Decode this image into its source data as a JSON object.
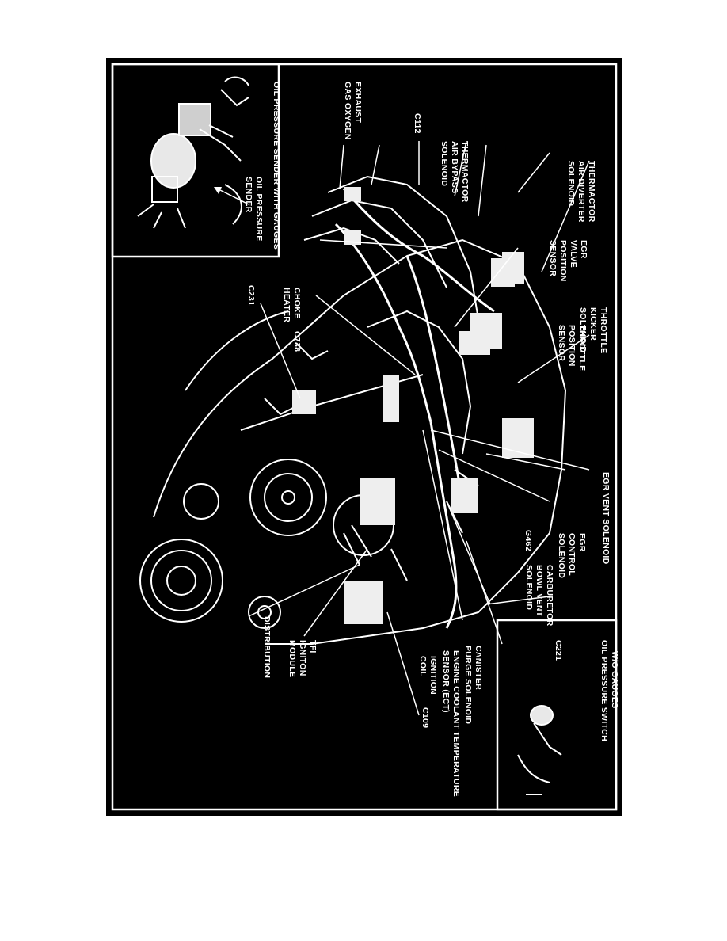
{
  "diagram": {
    "colors": {
      "background": "#000000",
      "line": "#ffffff",
      "page": "#ffffff"
    },
    "inset_top": {
      "caption": "OIL PRESSURE SENDER WITH GAUGES",
      "label_lines": [
        "OIL PRESSURE",
        "SENDER"
      ]
    },
    "inset_bottom": {
      "caption_lines": [
        "OIL PRESSURE SWITCH",
        "W/O GAUGES"
      ]
    },
    "labels": {
      "exhaust_gas_oxygen": [
        "EXHAUST",
        "GAS OXYGEN"
      ],
      "c112": [
        "C112"
      ],
      "thermactor_air_bypass": [
        "THERMACTOR",
        "AIR BYPASS",
        "SOLENOID"
      ],
      "thermactor_air_diverter": [
        "THERMACTOR",
        "AIR DIVERTER",
        "SOLENOID"
      ],
      "egr_valve_position": [
        "EGR",
        "VALVE",
        "POSITION",
        "SENSOR"
      ],
      "throttle_kicker": [
        "THROTTLE",
        "KICKER",
        "SOLENOID"
      ],
      "choke_heater": [
        "CHOKE",
        "HEATER"
      ],
      "c738": [
        "C738"
      ],
      "c231": [
        "C231"
      ],
      "throttle_position": [
        "THROTTLE",
        "POSITION",
        "SENSOR"
      ],
      "egr_vent": [
        "EGR VENT SOLENOID"
      ],
      "egr_control": [
        "EGR",
        "CONTROL",
        "SOLENOID"
      ],
      "g462": [
        "G462"
      ],
      "carb_bowl_vent": [
        "CARBURETOR",
        "BOWL VENT",
        "SOLENOID"
      ],
      "c221": [
        "C221"
      ],
      "canister_purge": [
        "CANISTER",
        "PURGE SOLENOID"
      ],
      "engine_coolant": [
        "ENGINE COOLANT TEMPERATURE",
        "SENSOR (ECT)"
      ],
      "ignition_coil": [
        "IGNITION",
        "COIL"
      ],
      "c109": [
        "C109"
      ],
      "tfi_module": [
        "TFI",
        "IGNITON",
        "MODULE"
      ],
      "distribution": [
        "DISTRIBUTION"
      ]
    }
  }
}
